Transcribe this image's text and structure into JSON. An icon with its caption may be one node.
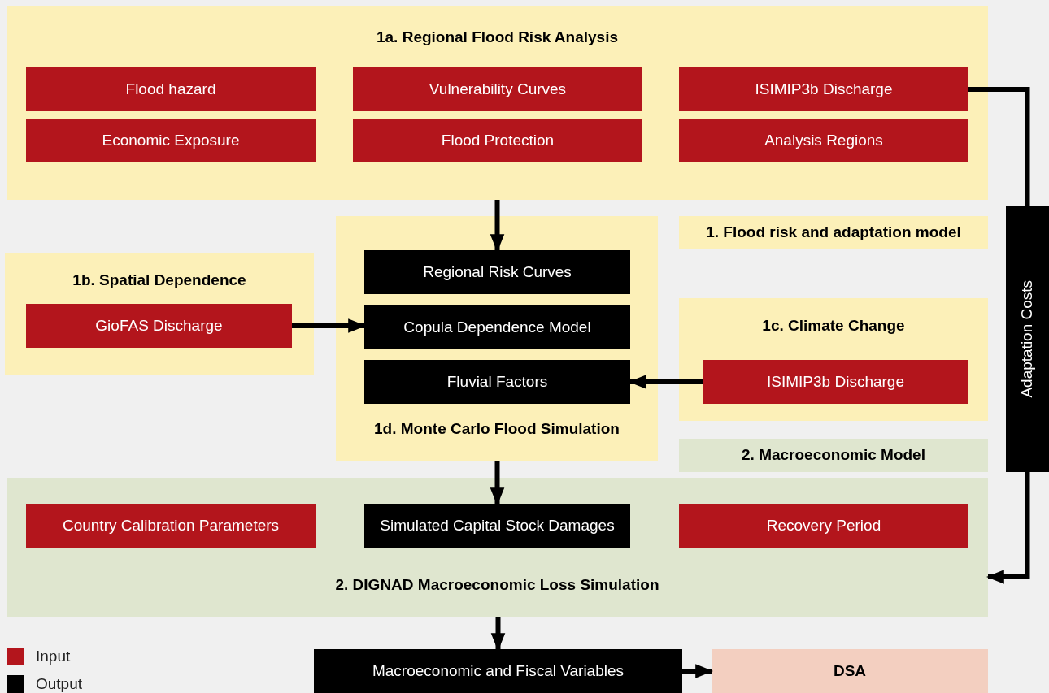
{
  "diagram": {
    "nodes": [
      {
        "text": [
          "1a. Regional Flood Risk Analysis"
        ]
      },
      {
        "text": [
          "Flood hazard"
        ],
        "in": 0
      },
      {
        "text": [
          "Vulnerability Curves"
        ],
        "in": 0
      },
      {
        "text": [
          "ISIMIP3b Discharge"
        ],
        "in": 0
      },
      {
        "text": [
          "Economic Exposure"
        ],
        "in": 0
      },
      {
        "text": [
          "Flood Protection"
        ],
        "in": 0
      },
      {
        "text": [
          "Analysis Regions"
        ],
        "in": 0
      },
      {
        "text": [
          "1. Flood risk and adaptation model"
        ]
      },
      {
        "text": [
          "1b. Spatial Dependence"
        ]
      },
      {
        "text": [
          "GioFAS Discharge"
        ],
        "in": 8
      },
      {
        "text": [
          "1d. Monte Carlo Flood Simulation"
        ]
      },
      {
        "text": [
          "Regional Risk Curves"
        ],
        "in": 10
      },
      {
        "text": [
          "Copula Dependence Model"
        ],
        "in": 10
      },
      {
        "text": [
          "Fluvial Factors"
        ],
        "in": 10
      },
      {
        "text": [
          "1c. Climate Change"
        ]
      },
      {
        "text": [
          "ISIMIP3b Discharge"
        ],
        "in": 14
      },
      {
        "text": [
          "2. Macroeconomic Model"
        ]
      },
      {
        "text": [
          "2. DIGNAD Macroeconomic Loss Simulation"
        ]
      },
      {
        "text": [
          "Country Calibration Parameters"
        ],
        "in": 17
      },
      {
        "text": [
          "Simulated Capital Stock Damages"
        ],
        "in": 17
      },
      {
        "text": [
          "Recovery Period"
        ],
        "in": 17
      },
      {
        "text": [
          "Adaptation Costs"
        ]
      },
      {
        "text": [
          "Macroeconomic and Fiscal Variables"
        ]
      },
      {
        "text": [
          "DSA"
        ]
      }
    ],
    "edges": [
      {
        "from": 0,
        "to": 11,
        "arrow": "to"
      },
      {
        "from": 9,
        "to": 12,
        "arrow": "to"
      },
      {
        "from": 15,
        "to": 13,
        "arrow": "to"
      },
      {
        "from": 10,
        "to": 19,
        "arrow": "to"
      },
      {
        "from": 17,
        "to": 22,
        "arrow": "to"
      },
      {
        "from": 22,
        "to": 23,
        "arrow": "to"
      },
      {
        "from": 3,
        "to": 21,
        "arrow": "none"
      },
      {
        "from": 21,
        "to": 17,
        "arrow": "to"
      }
    ],
    "legend": [
      {
        "text": "Input",
        "color": "#b3151c"
      },
      {
        "text": "Output",
        "color": "#000000"
      }
    ]
  }
}
